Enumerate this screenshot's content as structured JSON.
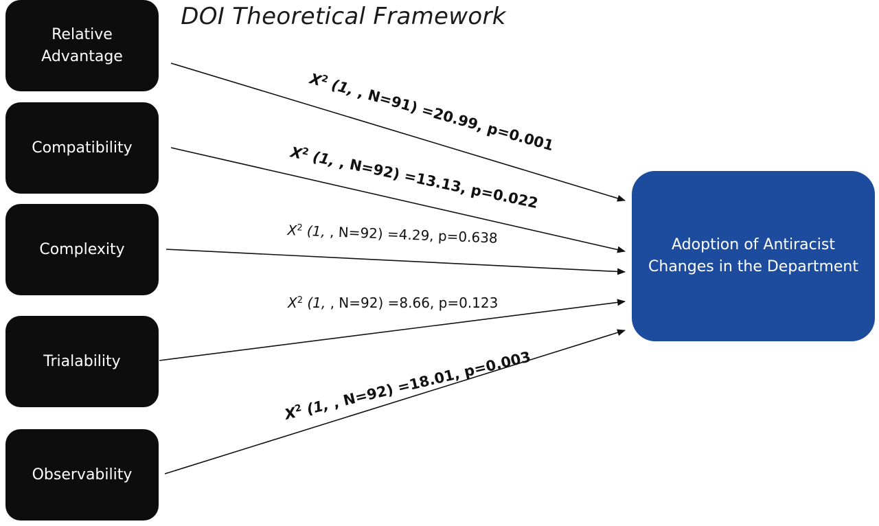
{
  "title": "DOI Theoretical Framework",
  "nodes": [
    {
      "id": "relative-advantage",
      "label": "Relative Advantage"
    },
    {
      "id": "compatibility",
      "label": "Compatibility"
    },
    {
      "id": "complexity",
      "label": "Complexity"
    },
    {
      "id": "trialability",
      "label": "Trialability"
    },
    {
      "id": "observability",
      "label": "Observability"
    }
  ],
  "target": {
    "label": "Adoption of Antiracist Changes in the Department",
    "color": "#1d4c9e"
  },
  "node_color": "#0d0d0d",
  "edges": [
    {
      "from": "relative-advantage",
      "chi": "X",
      "sup": "2",
      "label_open": " (1, ",
      "label_rest": ", N=91) =20.99, p=0.001",
      "significant": true
    },
    {
      "from": "compatibility",
      "chi": "X",
      "sup": "2",
      "label_open": " (1, ",
      "label_rest": ", N=92) =13.13, p=0.022",
      "significant": true
    },
    {
      "from": "complexity",
      "chi": "X",
      "sup": "2",
      "label_open": " (1, ",
      "label_rest": ", N=92) =4.29, p=0.638",
      "significant": false
    },
    {
      "from": "trialability",
      "chi": "X",
      "sup": "2",
      "label_open": " (1, ",
      "label_rest": ", N=92) =8.66, p=0.123",
      "significant": false
    },
    {
      "from": "observability",
      "chi": "X",
      "sup": "2",
      "label_open": " (1, ",
      "label_rest": ", N=92) =18.01, p=0.003",
      "significant": true
    }
  ]
}
